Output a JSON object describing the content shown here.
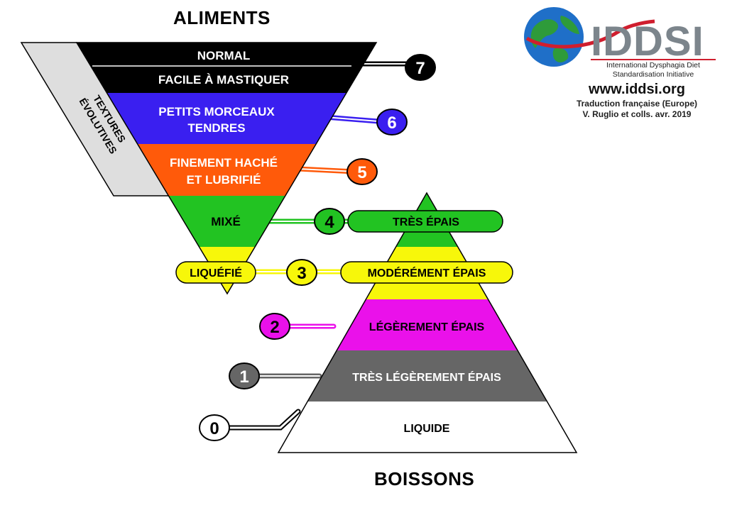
{
  "headings": {
    "foods": "ALIMENTS",
    "drinks": "BOISSONS",
    "side_band": [
      "TEXTURES",
      "ÉVOLUTIVES"
    ]
  },
  "logo": {
    "name": "IDDSI",
    "subtitle_line1": "International Dysphagia Diet",
    "subtitle_line2": "Standardisation Initiative",
    "url": "www.iddsi.org",
    "translation": "Traduction française (Europe)",
    "credits": "V. Ruglio et colls. avr. 2019"
  },
  "food_levels": [
    {
      "level": "7",
      "lines": [
        "NORMAL"
      ],
      "color": "#000000"
    },
    {
      "level": "7",
      "lines": [
        "FACILE À MASTIQUER"
      ],
      "color": "#000000"
    },
    {
      "level": "6",
      "lines": [
        "PETITS MORCEAUX",
        "TENDRES"
      ],
      "color": "#3a1ff0"
    },
    {
      "level": "5",
      "lines": [
        "FINEMENT HACHÉ",
        "ET LUBRIFIÉ"
      ],
      "color": "#ff5a0a"
    },
    {
      "level": "4",
      "lines": [
        "MIXÉ"
      ],
      "color": "#22c322"
    },
    {
      "level": "3",
      "lines": [
        "LIQUÉFIÉ"
      ],
      "color": "#f7f70a"
    }
  ],
  "drink_levels": [
    {
      "level": "4",
      "label": "TRÈS ÉPAIS",
      "color": "#22c322"
    },
    {
      "level": "3",
      "label": "MODÉRÉMENT ÉPAIS",
      "color": "#f7f70a"
    },
    {
      "level": "2",
      "label": "LÉGÈREMENT ÉPAIS",
      "color": "#ea11ea"
    },
    {
      "level": "1",
      "label": "TRÈS LÉGÈREMENT ÉPAIS",
      "color": "#666666"
    },
    {
      "level": "0",
      "label": "LIQUIDE",
      "color": "#ffffff"
    }
  ],
  "level_badges": [
    "7",
    "6",
    "5",
    "4",
    "3",
    "2",
    "1",
    "0"
  ]
}
